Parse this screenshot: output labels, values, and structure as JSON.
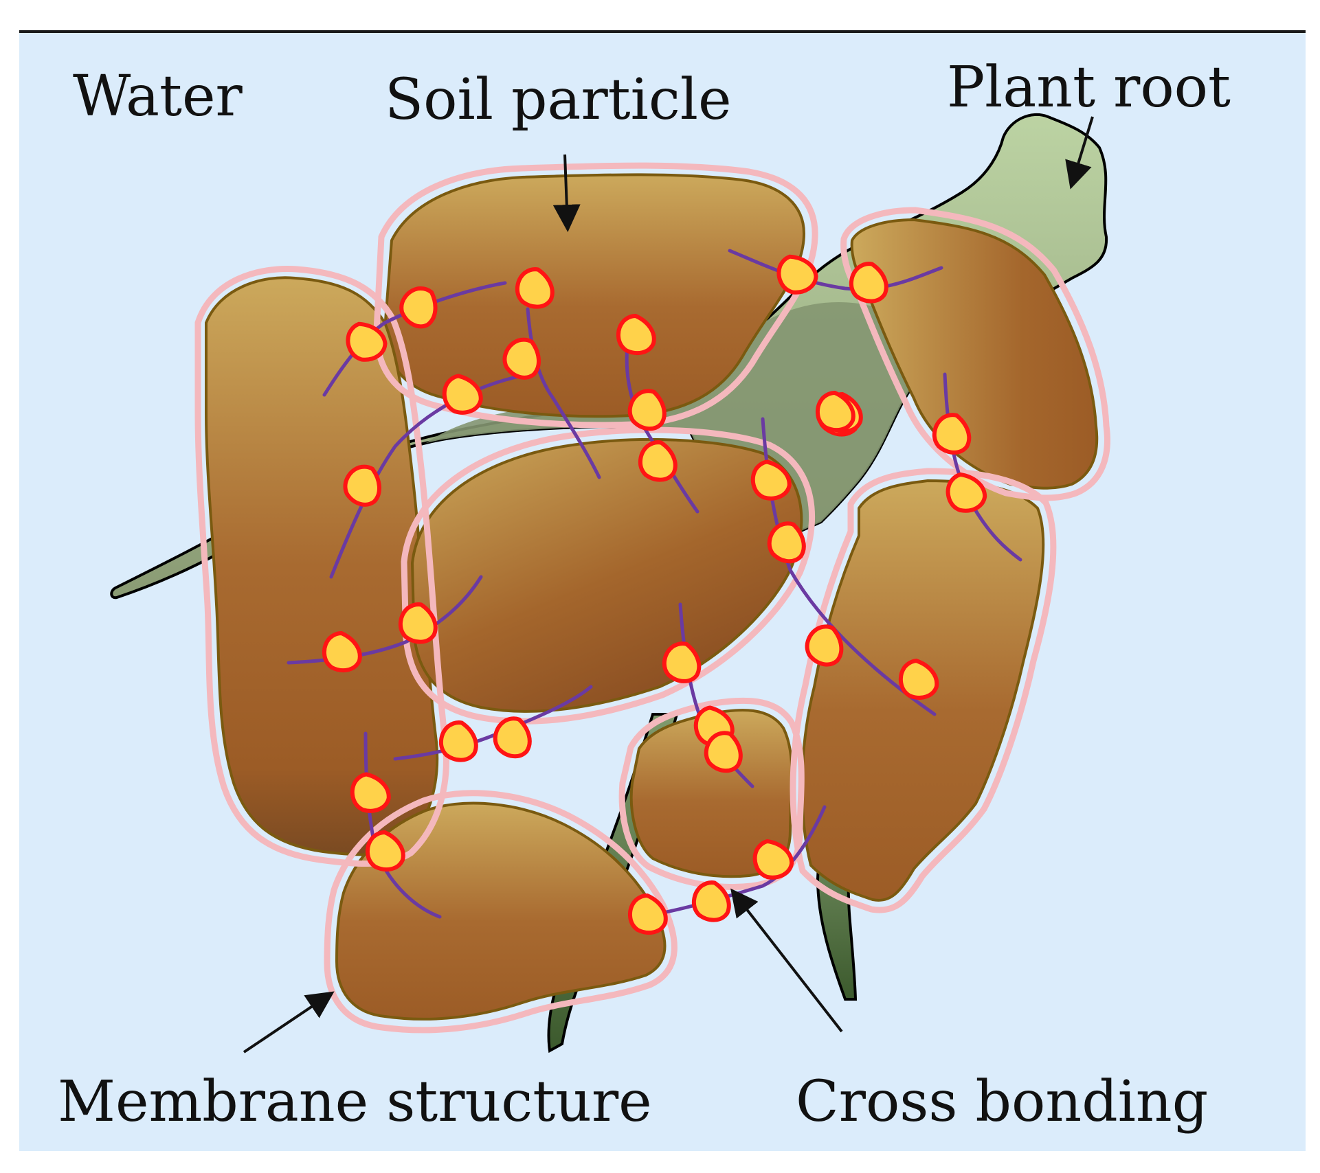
{
  "labels": {
    "water": "Water",
    "soil_particle": "Soil particle",
    "plant_root": "Plant root",
    "membrane_structure": "Membrane structure",
    "cross_bonding": "Cross bonding"
  },
  "colors": {
    "background": "#dbecfb",
    "frame_line": "#1a1a1a",
    "root_light": "#bcd3a3",
    "root_mid": "#849671",
    "root_dark": "#3c5a2d",
    "particle_light": "#cca95c",
    "particle_dark": "#9c5c26",
    "particle_outline": "#7a5a10",
    "membrane": "#f4b8bd",
    "fiber": "#6a3aa2",
    "bond_fill": "#ffd24a",
    "bond_stroke": "#ff1414",
    "arrow": "#111111"
  },
  "icons": {
    "bond": "cross-bond-marker",
    "arrow": "pointer-arrow"
  }
}
